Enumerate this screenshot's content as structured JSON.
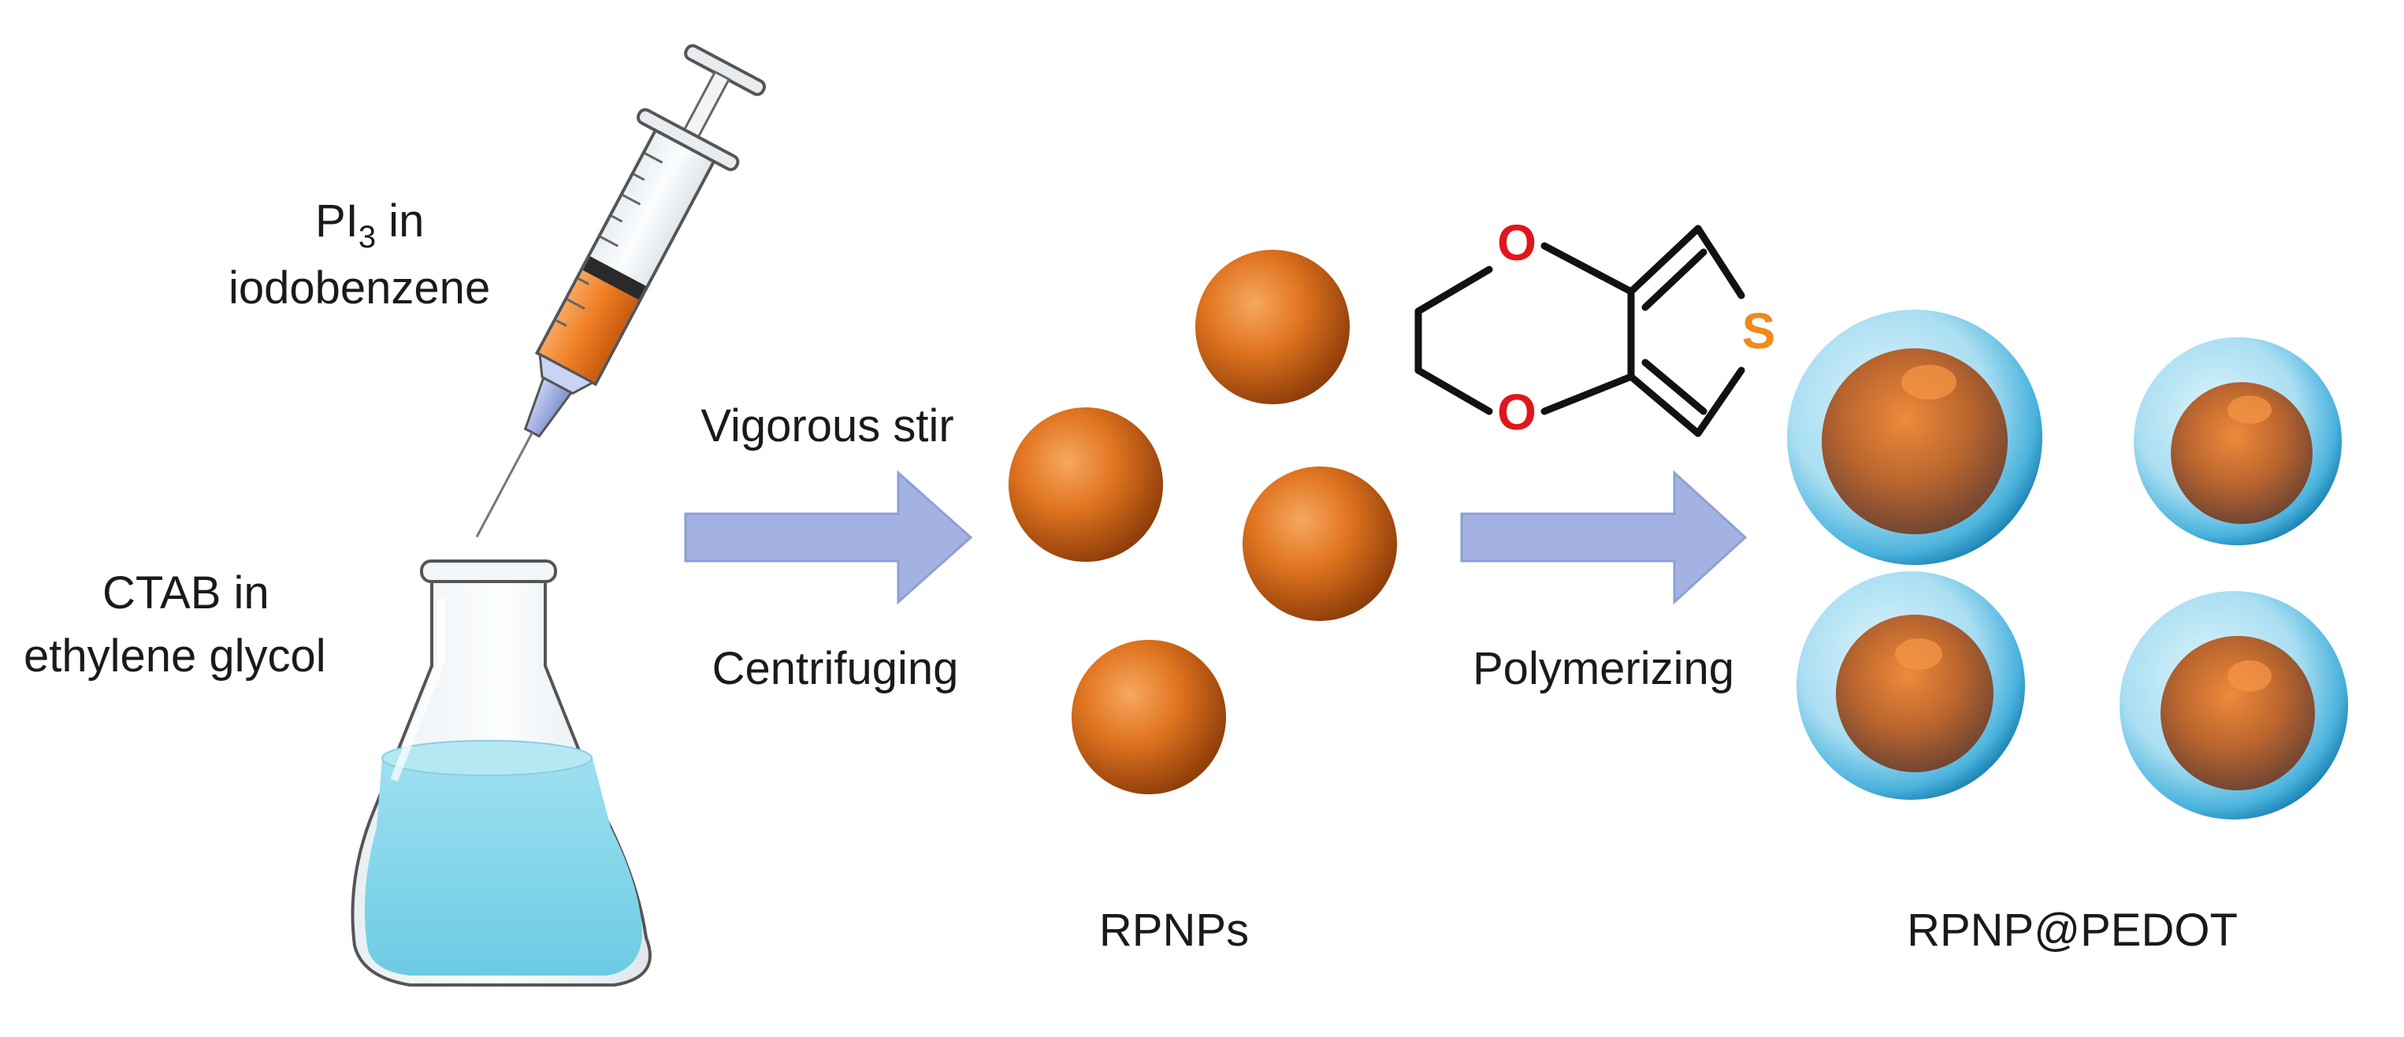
{
  "labels": {
    "precursor_line1": "PI",
    "precursor_sub": "3",
    "precursor_in": " in",
    "precursor_line2": "iodobenzene",
    "surfactant_line1": "CTAB in",
    "surfactant_line2": "ethylene glycol",
    "step1_top": "Vigorous stir",
    "step1_bottom": "Centrifuging",
    "step2_bottom": "Polymerizing",
    "product1": "RPNPs",
    "product2": "RPNP@PEDOT"
  },
  "molecule": {
    "oxygen_top": "O",
    "oxygen_bottom": "O",
    "sulfur": "S"
  },
  "colors": {
    "particle": "#e0761f",
    "oxygen": "#e0161c",
    "sulfur": "#f08a1a",
    "arrow": "#9fb0e0",
    "liquid": "#7ed3e8",
    "shell": "#4cb8e0",
    "syringe_liquid": "#f07f22"
  }
}
